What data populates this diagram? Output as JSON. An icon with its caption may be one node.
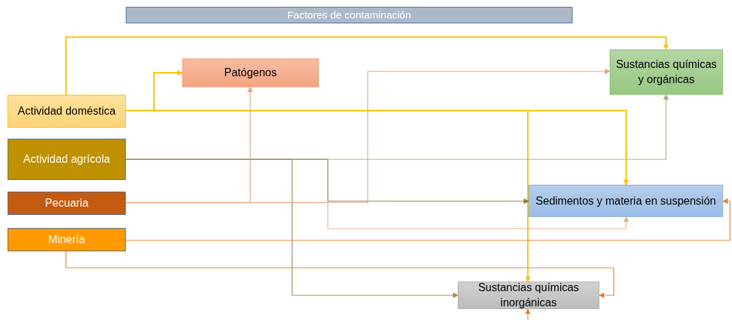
{
  "diagram": {
    "title": "Factores de contaminación",
    "nodes": [
      {
        "text": [
          "Actividad doméstica"
        ]
      },
      {
        "text": [
          "Actividad agrícola"
        ]
      },
      {
        "text": [
          "Pecuaria"
        ]
      },
      {
        "text": [
          "Minería"
        ]
      },
      {
        "text": [
          "Patógenos"
        ]
      },
      {
        "text": [
          "Sustancias químicas y orgánicas"
        ]
      },
      {
        "text": [
          "Sedimentos y materia en suspensión"
        ]
      },
      {
        "text": [
          "Sustancias químicas inorgánicas"
        ]
      }
    ],
    "edges": [
      {
        "from": 0,
        "to": 5,
        "arrow": "to"
      },
      {
        "from": 0,
        "to": 4,
        "arrow": "to"
      },
      {
        "from": 0,
        "to": 6,
        "arrow": "to"
      },
      {
        "from": 0,
        "to": 7,
        "arrow": "to"
      },
      {
        "from": 1,
        "to": 5,
        "arrow": "to",
        "color": "#b8a57c"
      },
      {
        "from": 1,
        "to": 6,
        "arrow": "to",
        "color": "#8a7a3a"
      },
      {
        "from": 1,
        "to": 7,
        "arrow": "to",
        "color": "#a08a50"
      },
      {
        "from": 2,
        "to": 4,
        "arrow": "to",
        "color": "#e3a27c"
      },
      {
        "from": 2,
        "to": 5,
        "arrow": "to",
        "color": "#e3a27c"
      },
      {
        "from": 2,
        "to": 6,
        "arrow": "to",
        "color": "#e3b08f"
      },
      {
        "from": 3,
        "to": 6,
        "arrow": "to",
        "color": "#ed7d31"
      },
      {
        "from": 3,
        "to": 7,
        "arrow": "to",
        "color": "#ed7d31"
      },
      {
        "from": null,
        "to": 7,
        "arrow": "to",
        "color": "#ed7d31"
      }
    ]
  }
}
